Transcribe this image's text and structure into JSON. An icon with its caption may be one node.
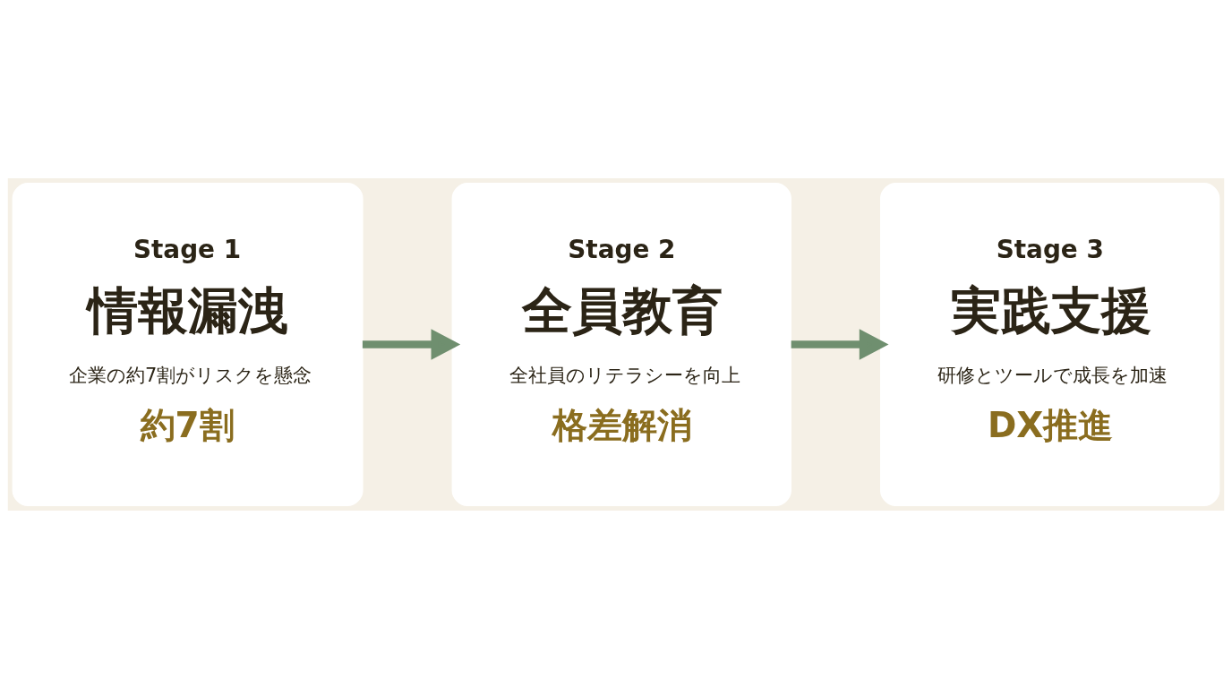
{
  "diagram": {
    "nodes": [
      {
        "text": [
          "Stage 1",
          "情報漏洩",
          "企業の約7割がリスクを懸念",
          "約7割"
        ]
      },
      {
        "text": [
          "Stage 2",
          "全員教育",
          "全社員のリテラシーを向上",
          "格差解消"
        ]
      },
      {
        "text": [
          "Stage 3",
          "実践支援",
          "研修とツールで成長を加速",
          "DX推進"
        ]
      }
    ],
    "edges": [
      {
        "from": 0,
        "to": 1,
        "arrow": "to"
      },
      {
        "from": 1,
        "to": 2,
        "arrow": "to"
      }
    ]
  }
}
